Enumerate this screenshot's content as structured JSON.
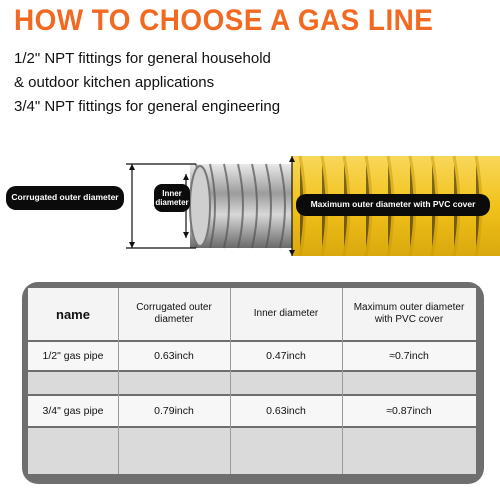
{
  "header": {
    "title": "HOW TO CHOOSE A GAS LINE",
    "lines": [
      "1/2\" NPT fittings for general household",
      "& outdoor kitchen applications",
      "3/4\" NPT fittings for general engineering"
    ]
  },
  "diagram": {
    "corrugated_label": "Corrugated outer diameter",
    "inner_label": "Inner diameter",
    "max_label": "Maximum outer diameter with PVC cover"
  },
  "table": {
    "headers": [
      "name",
      "Corrugated outer diameter",
      "Inner diameter",
      "Maximum outer diameter with PVC cover"
    ],
    "rows": [
      [
        "1/2\" gas pipe",
        "0.63inch",
        "0.47inch",
        "≈0.7inch"
      ],
      [
        "3/4\" gas pipe",
        "0.79inch",
        "0.63inch",
        "≈0.87inch"
      ]
    ]
  },
  "colors": {
    "title": "#f26a21",
    "pvc_cover": "#f2c21b",
    "panel": "#6e6e6e"
  }
}
